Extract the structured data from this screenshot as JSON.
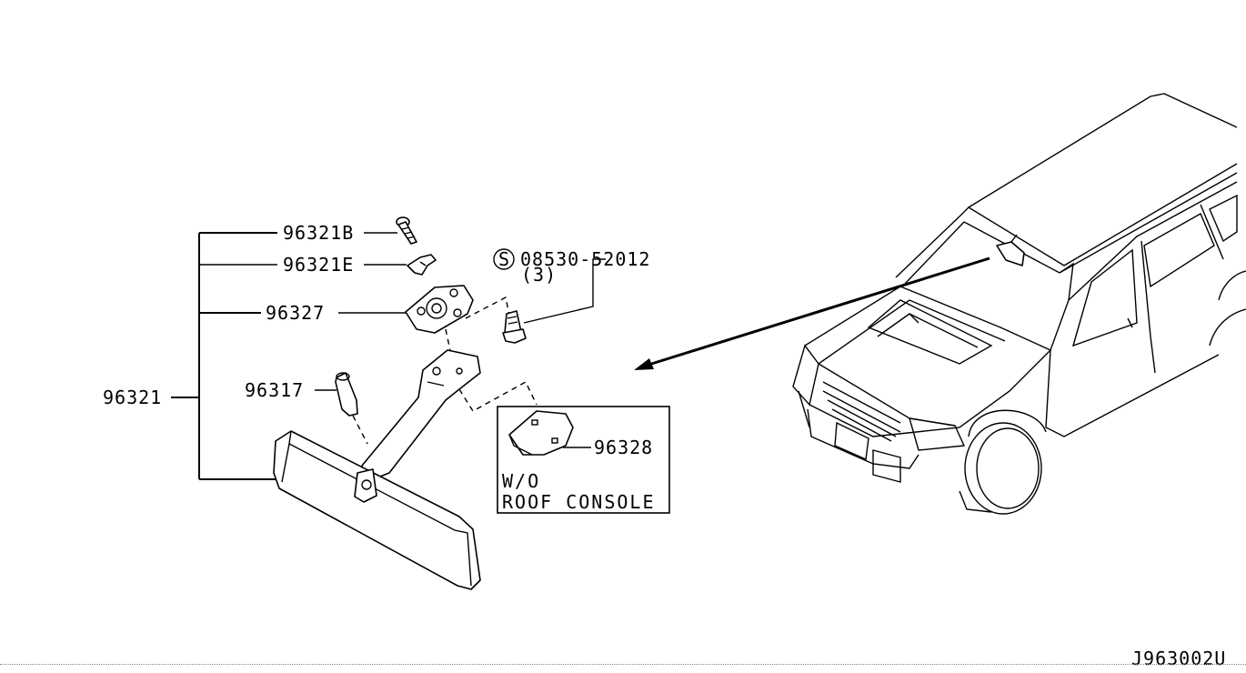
{
  "parts": {
    "assembly": "96321",
    "bolt": "96321B",
    "clip": "96321E",
    "bracket": "96327",
    "cover": "96317",
    "console_cover": "96328",
    "screw_number": "08530-52012",
    "screw_qty": "(3)",
    "screw_symbol": "S"
  },
  "inset": {
    "line1": "W/O",
    "line2": "ROOF CONSOLE"
  },
  "diagram_code": "J963002U"
}
